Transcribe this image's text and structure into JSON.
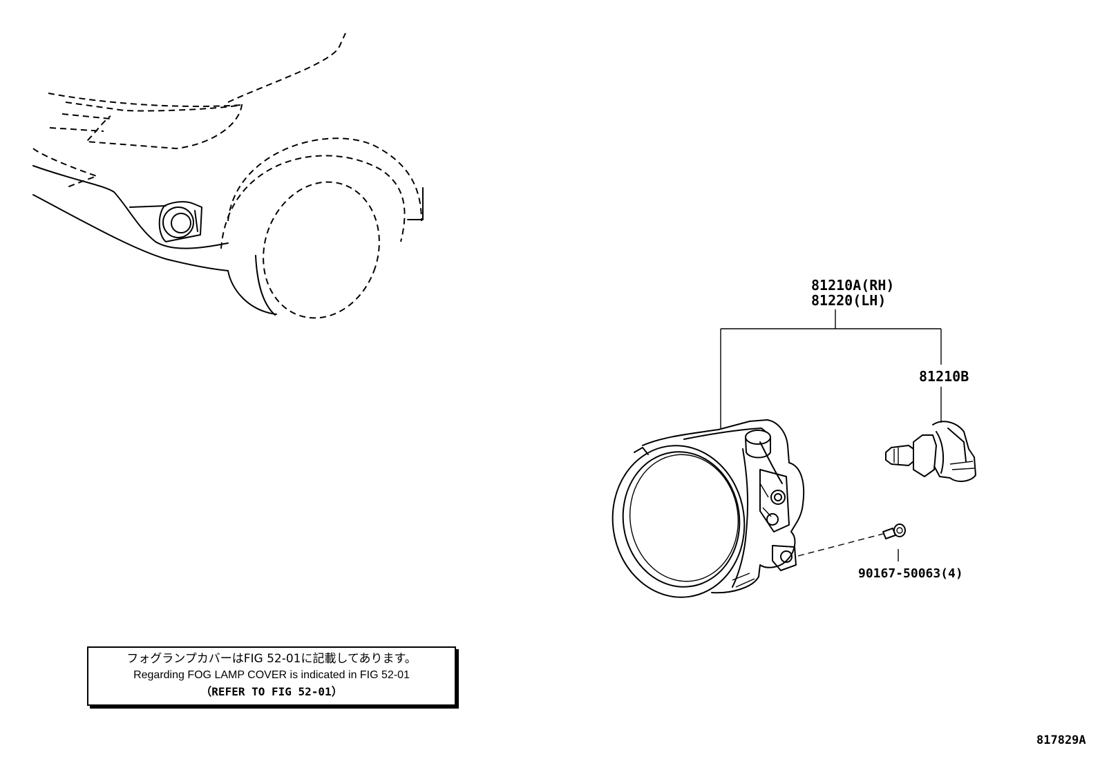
{
  "callouts": {
    "fog_lamp_rh": "81210A(RH)",
    "fog_lamp_lh": "81220(LH)",
    "bulb": "81210B",
    "screw": "90167-50063(4)"
  },
  "note": {
    "japanese": "フォグランプカバーはFIG 52-01に記載してあります。",
    "english": "Regarding FOG LAMP COVER is indicated in FIG 52-01",
    "reference": "（REFER TO FIG 52-01）"
  },
  "figure_code": "817829A"
}
